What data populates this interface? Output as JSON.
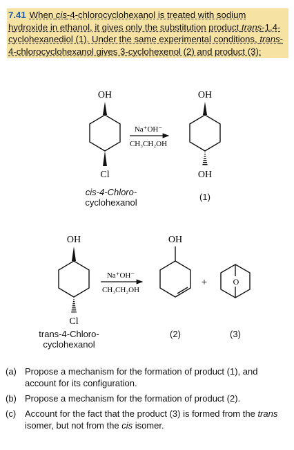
{
  "problem": {
    "number": "7.41",
    "text_html": "When <i>cis</i>-4-chlorocyclohexanol is treated with sodium hydroxide in ethanol, it gives only the substitution product <i>trans</i>-1,4-cyclohexanediol (1). Under the same experimental conditions, <i>trans</i>-4-chlorocyclohexanol gives 3-cyclohexenol (2) and product (3):"
  },
  "scheme1": {
    "reactant_top_group": "OH",
    "reactant_bottom_group": "Cl",
    "reagent_top": "Na⁺OH⁻",
    "reagent_bottom": "CH₃CH₂OH",
    "product_top_group": "OH",
    "product_bottom_group": "OH",
    "reactant_label_line1": "cis-4-Chloro-",
    "reactant_label_line2": "cyclohexanol",
    "product_label": "(1)"
  },
  "scheme2": {
    "reactant_top_group": "OH",
    "reactant_bottom_group": "Cl",
    "reagent_top": "Na⁺OH⁻",
    "reagent_bottom": "CH₃CH₂OH",
    "product2_group": "OH",
    "plus": "+",
    "bridge_atom": "O",
    "reactant_label_line1": "trans-4-Chloro-",
    "reactant_label_line2": "cyclohexanol",
    "product2_label": "(2)",
    "product3_label": "(3)"
  },
  "questions": [
    {
      "letter": "(a)",
      "text_html": "Propose a mechanism for the formation of product (1), and account for its configuration."
    },
    {
      "letter": "(b)",
      "text_html": "Propose a mechanism for the formation of product (2)."
    },
    {
      "letter": "(c)",
      "text_html": "Account for the fact that the product (3) is formed from the <i>trans</i> isomer, but not from the <i>cis</i> isomer."
    }
  ]
}
